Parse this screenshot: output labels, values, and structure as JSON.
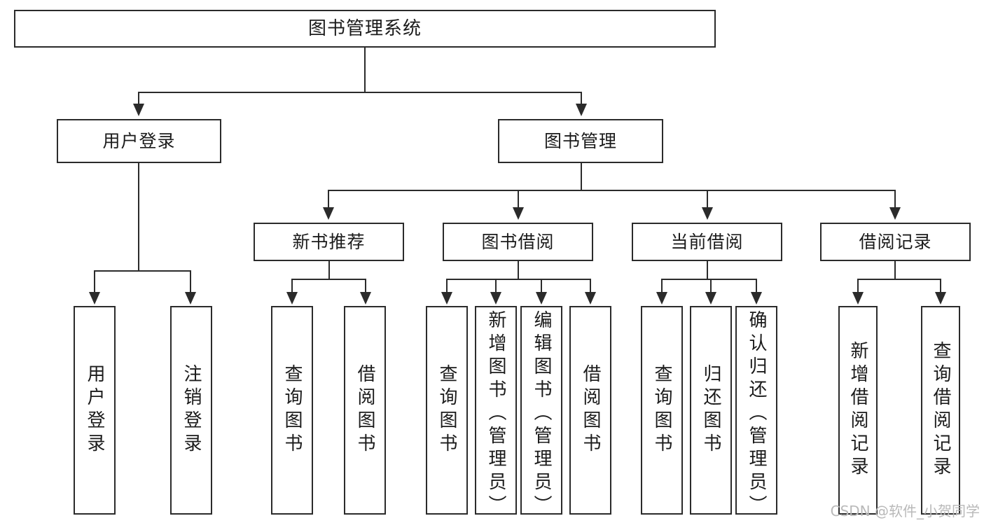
{
  "diagram": {
    "type": "tree-hierarchy",
    "title": "图书管理系统",
    "watermark": "CSDN @软件_小贺同学",
    "colors": {
      "stroke": "#2b2b2b",
      "fill": "#ffffff",
      "text": "#1b1b1b",
      "watermark": "#b9b9b9"
    },
    "nodes": {
      "root": "图书管理系统",
      "level1": {
        "user_login": "用户登录",
        "book_manage": "图书管理"
      },
      "level2": {
        "new_book_rec": "新书推荐",
        "book_borrow": "图书借阅",
        "current_borrow": "当前借阅",
        "borrow_record": "借阅记录"
      },
      "leaves": {
        "login_1": "用户登录",
        "login_2": "注销登录",
        "rec_1": "查询图书",
        "rec_2": "借阅图书",
        "borrow_1": "查询图书",
        "borrow_2": "新增图书（管理员）",
        "borrow_3": "编辑图书（管理员）",
        "borrow_4": "借阅图书",
        "cur_1": "查询图书",
        "cur_2": "归还图书",
        "cur_3": "确认归还（管理员）",
        "rec2_1": "新增借阅记录",
        "rec2_2": "查询借阅记录"
      }
    }
  }
}
